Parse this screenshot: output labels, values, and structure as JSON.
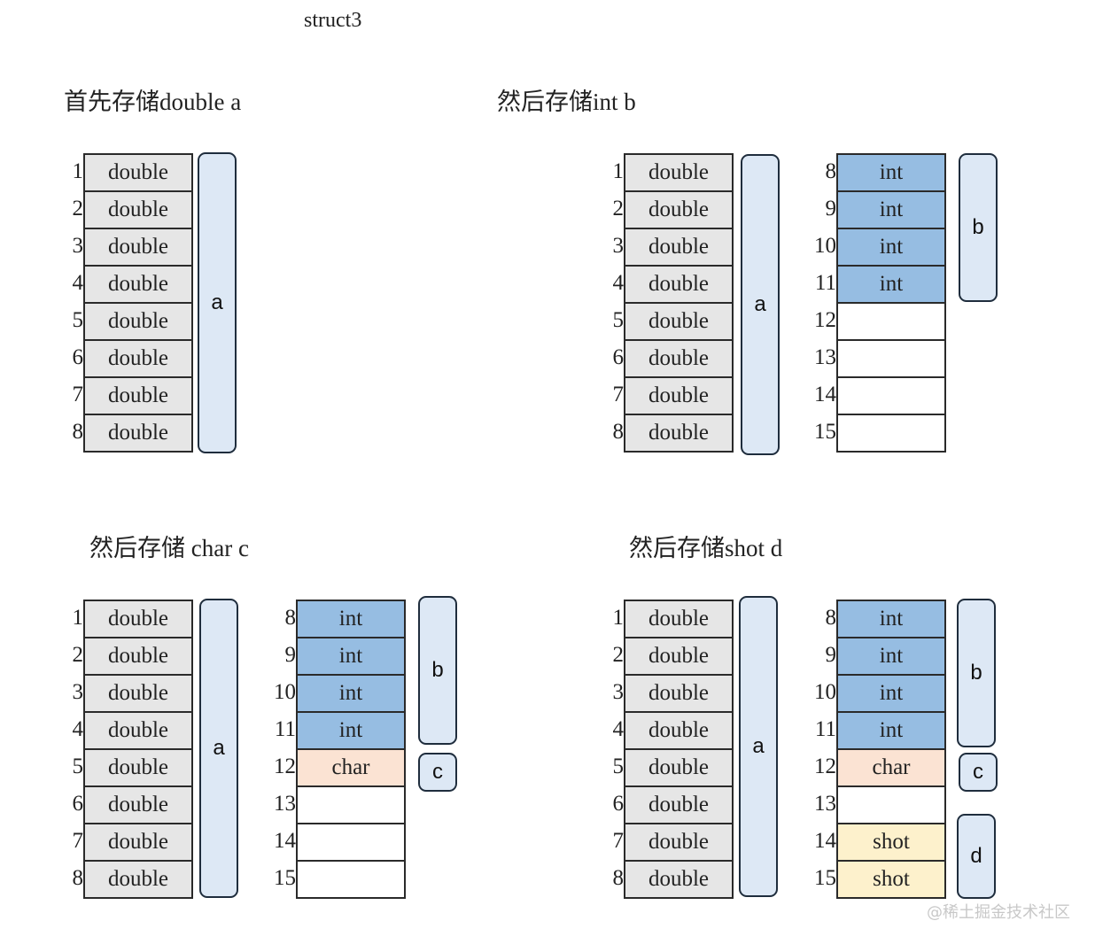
{
  "title": "struct3",
  "panels": [
    {
      "heading": "首先存储double a",
      "left_rows": [
        {
          "n": "1",
          "label": "double",
          "type": "double"
        },
        {
          "n": "2",
          "label": "double",
          "type": "double"
        },
        {
          "n": "3",
          "label": "double",
          "type": "double"
        },
        {
          "n": "4",
          "label": "double",
          "type": "double"
        },
        {
          "n": "5",
          "label": "double",
          "type": "double"
        },
        {
          "n": "6",
          "label": "double",
          "type": "double"
        },
        {
          "n": "7",
          "label": "double",
          "type": "double"
        },
        {
          "n": "8",
          "label": "double",
          "type": "double"
        }
      ],
      "right_rows": [],
      "brackets": [
        {
          "label": "a"
        }
      ]
    },
    {
      "heading": "然后存储int b",
      "left_rows": [
        {
          "n": "1",
          "label": "double",
          "type": "double"
        },
        {
          "n": "2",
          "label": "double",
          "type": "double"
        },
        {
          "n": "3",
          "label": "double",
          "type": "double"
        },
        {
          "n": "4",
          "label": "double",
          "type": "double"
        },
        {
          "n": "5",
          "label": "double",
          "type": "double"
        },
        {
          "n": "6",
          "label": "double",
          "type": "double"
        },
        {
          "n": "7",
          "label": "double",
          "type": "double"
        },
        {
          "n": "8",
          "label": "double",
          "type": "double"
        }
      ],
      "right_rows": [
        {
          "n": "8",
          "label": "int",
          "type": "int"
        },
        {
          "n": "9",
          "label": "int",
          "type": "int"
        },
        {
          "n": "10",
          "label": "int",
          "type": "int"
        },
        {
          "n": "11",
          "label": "int",
          "type": "int"
        },
        {
          "n": "12",
          "label": "",
          "type": "empty"
        },
        {
          "n": "13",
          "label": "",
          "type": "empty"
        },
        {
          "n": "14",
          "label": "",
          "type": "empty"
        },
        {
          "n": "15",
          "label": "",
          "type": "empty"
        }
      ],
      "brackets": [
        {
          "label": "a"
        },
        {
          "label": "b"
        }
      ]
    },
    {
      "heading": "然后存储 char c",
      "left_rows": [
        {
          "n": "1",
          "label": "double",
          "type": "double"
        },
        {
          "n": "2",
          "label": "double",
          "type": "double"
        },
        {
          "n": "3",
          "label": "double",
          "type": "double"
        },
        {
          "n": "4",
          "label": "double",
          "type": "double"
        },
        {
          "n": "5",
          "label": "double",
          "type": "double"
        },
        {
          "n": "6",
          "label": "double",
          "type": "double"
        },
        {
          "n": "7",
          "label": "double",
          "type": "double"
        },
        {
          "n": "8",
          "label": "double",
          "type": "double"
        }
      ],
      "right_rows": [
        {
          "n": "8",
          "label": "int",
          "type": "int"
        },
        {
          "n": "9",
          "label": "int",
          "type": "int"
        },
        {
          "n": "10",
          "label": "int",
          "type": "int"
        },
        {
          "n": "11",
          "label": "int",
          "type": "int"
        },
        {
          "n": "12",
          "label": "char",
          "type": "char"
        },
        {
          "n": "13",
          "label": "",
          "type": "empty"
        },
        {
          "n": "14",
          "label": "",
          "type": "empty"
        },
        {
          "n": "15",
          "label": "",
          "type": "empty"
        }
      ],
      "brackets": [
        {
          "label": "a"
        },
        {
          "label": "b"
        },
        {
          "label": "c"
        }
      ]
    },
    {
      "heading": "然后存储shot d",
      "left_rows": [
        {
          "n": "1",
          "label": "double",
          "type": "double"
        },
        {
          "n": "2",
          "label": "double",
          "type": "double"
        },
        {
          "n": "3",
          "label": "double",
          "type": "double"
        },
        {
          "n": "4",
          "label": "double",
          "type": "double"
        },
        {
          "n": "5",
          "label": "double",
          "type": "double"
        },
        {
          "n": "6",
          "label": "double",
          "type": "double"
        },
        {
          "n": "7",
          "label": "double",
          "type": "double"
        },
        {
          "n": "8",
          "label": "double",
          "type": "double"
        }
      ],
      "right_rows": [
        {
          "n": "8",
          "label": "int",
          "type": "int"
        },
        {
          "n": "9",
          "label": "int",
          "type": "int"
        },
        {
          "n": "10",
          "label": "int",
          "type": "int"
        },
        {
          "n": "11",
          "label": "int",
          "type": "int"
        },
        {
          "n": "12",
          "label": "char",
          "type": "char"
        },
        {
          "n": "13",
          "label": "",
          "type": "empty"
        },
        {
          "n": "14",
          "label": "shot",
          "type": "shot"
        },
        {
          "n": "15",
          "label": "shot",
          "type": "shot"
        }
      ],
      "brackets": [
        {
          "label": "a"
        },
        {
          "label": "b"
        },
        {
          "label": "c"
        },
        {
          "label": "d"
        }
      ]
    }
  ],
  "watermark": "@稀土掘金技术社区"
}
